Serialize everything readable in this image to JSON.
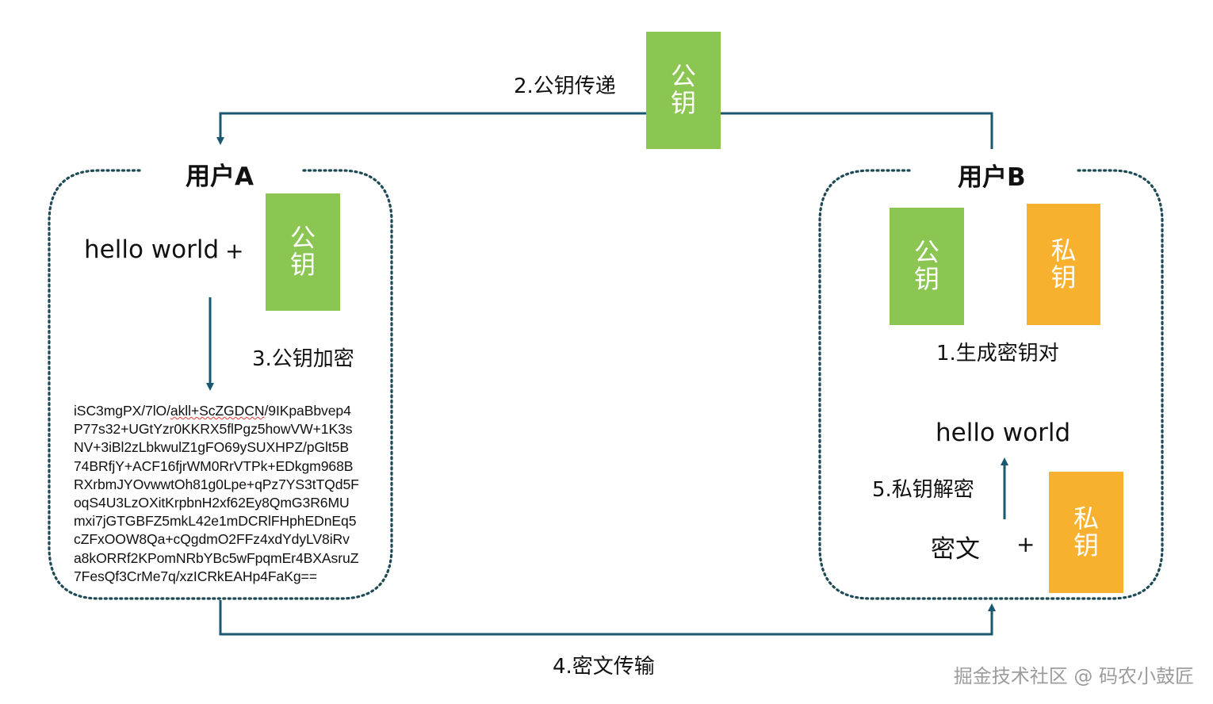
{
  "public_key_transfer": {
    "step_label": "2.公钥传递",
    "key": [
      "公",
      "钥"
    ]
  },
  "user_a": {
    "title": "用户A",
    "message": "hello world",
    "plus": "+",
    "key": [
      "公",
      "钥"
    ],
    "step_label": "3.公钥加密",
    "ciphertext_lines": [
      "iSC3mgPX/7lO/akll+ScZGDCN/9IKpaBbvep4",
      "P77s32+UGtYzr0KKRX5flPgz5howVW+1K3s",
      "NV+3iBl2zLbkwulZ1gFO69ySUXHPZ/pGlt5B",
      "74BRfjY+ACF16fjrWM0RrVTPk+EDkgm968B",
      "RXrbmJYOvwwtOh81g0Lpe+qPz7YS3tTQd5F",
      "oqS4U3LzOXitKrpbnH2xf62Ey8QmG3R6MU",
      "mxi7jGTGBFZ5mkL42e1mDCRlFHphEDnEq5",
      "cZFxOOW8Qa+cQgdmO2FFz4xdYdyLV8iRv",
      "a8kORRf2KPomNRbYBc5wFpqmEr4BXAsruZ",
      "7FesQf3CrMe7q/xzICRkEAHp4FaKg=="
    ]
  },
  "user_b": {
    "title": "用户B",
    "public_key": [
      "公",
      "钥"
    ],
    "private_key": [
      "私",
      "钥"
    ],
    "step1_label": "1.生成密钥对",
    "decrypted_message": "hello world",
    "step5_label": "5.私钥解密",
    "ciphertext_label": "密文",
    "plus": "+",
    "private_key_2": [
      "私",
      "钥"
    ]
  },
  "ciphertext_transfer": {
    "step_label": "4.密文传输"
  },
  "watermark": "掘金技术社区 @ 码农小鼓匠",
  "colors": {
    "public_key": "#8bc653",
    "private_key": "#f7b12e",
    "connector": "#1b5770",
    "dotted_border": "#1d4a55"
  }
}
